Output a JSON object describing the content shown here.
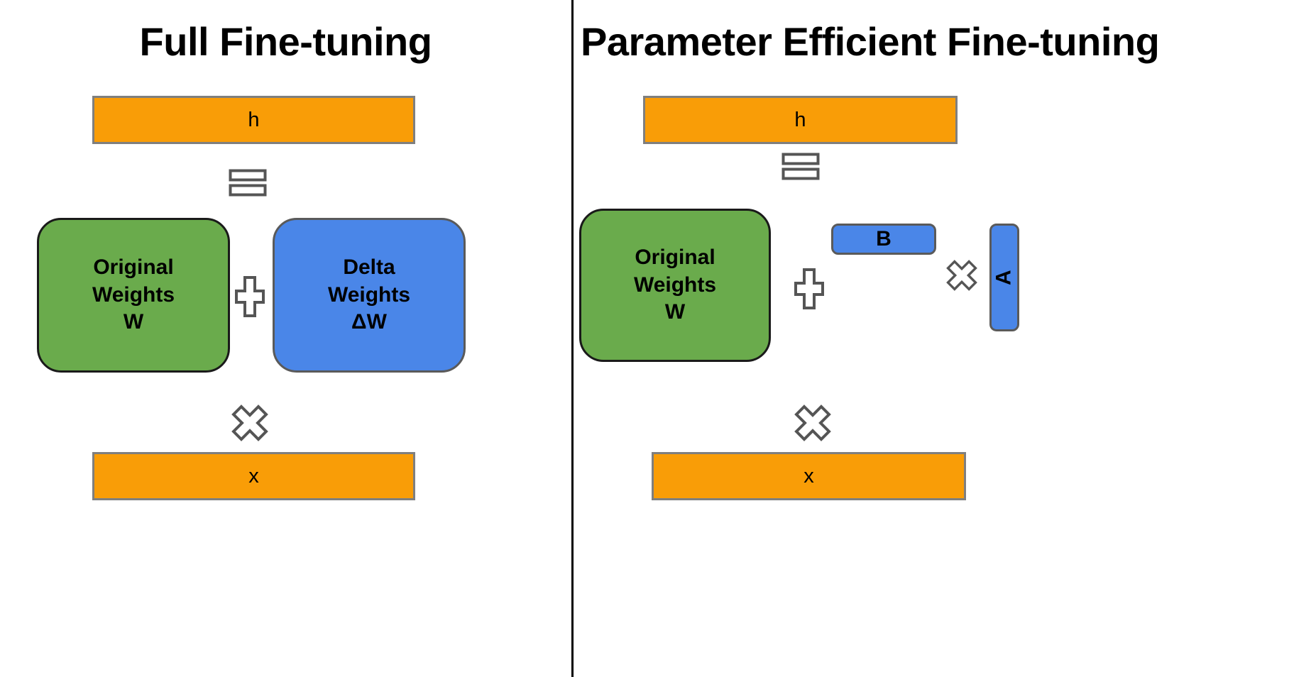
{
  "figure": {
    "type": "diagram",
    "background_color": "#ffffff",
    "accent_colors": {
      "activation_orange": "#F99D07",
      "frozen_green": "#6AAB4C",
      "trainable_blue": "#4A86E8",
      "operator_outline": "#555555",
      "divider": "#000000"
    }
  },
  "left_panel": {
    "title": "Full Fine-tuning",
    "output": {
      "label": "h"
    },
    "equals_operator": {
      "icon": "equals-icon",
      "symbol": "="
    },
    "original_weights": {
      "label": "Original\nWeights\nW",
      "lines": [
        "Original",
        "Weights",
        "W"
      ]
    },
    "plus_operator": {
      "icon": "plus-icon",
      "symbol": "+"
    },
    "delta_weights": {
      "label": "Delta\nWeights\nΔW",
      "lines": [
        "Delta",
        "Weights",
        "ΔW"
      ]
    },
    "multiply_operator": {
      "icon": "multiply-icon",
      "symbol": "×"
    },
    "input": {
      "label": "x"
    },
    "equation": "h = (W + ΔW) × x"
  },
  "right_panel": {
    "title": "Parameter Efficient Fine-tuning",
    "output": {
      "label": "h"
    },
    "equals_operator": {
      "icon": "equals-icon",
      "symbol": "="
    },
    "original_weights": {
      "label": "Original\nWeights\nW",
      "lines": [
        "Original",
        "Weights",
        "W"
      ]
    },
    "plus_operator": {
      "icon": "plus-icon",
      "symbol": "+"
    },
    "matrix_b": {
      "label": "B",
      "orientation": "horizontal"
    },
    "matrix_multiply_operator": {
      "icon": "multiply-icon",
      "symbol": "×"
    },
    "matrix_a": {
      "label": "A",
      "orientation": "vertical-rotated"
    },
    "multiply_operator": {
      "icon": "multiply-icon",
      "symbol": "×"
    },
    "input": {
      "label": "x"
    },
    "equation": "h = (W + B × A) × x"
  }
}
